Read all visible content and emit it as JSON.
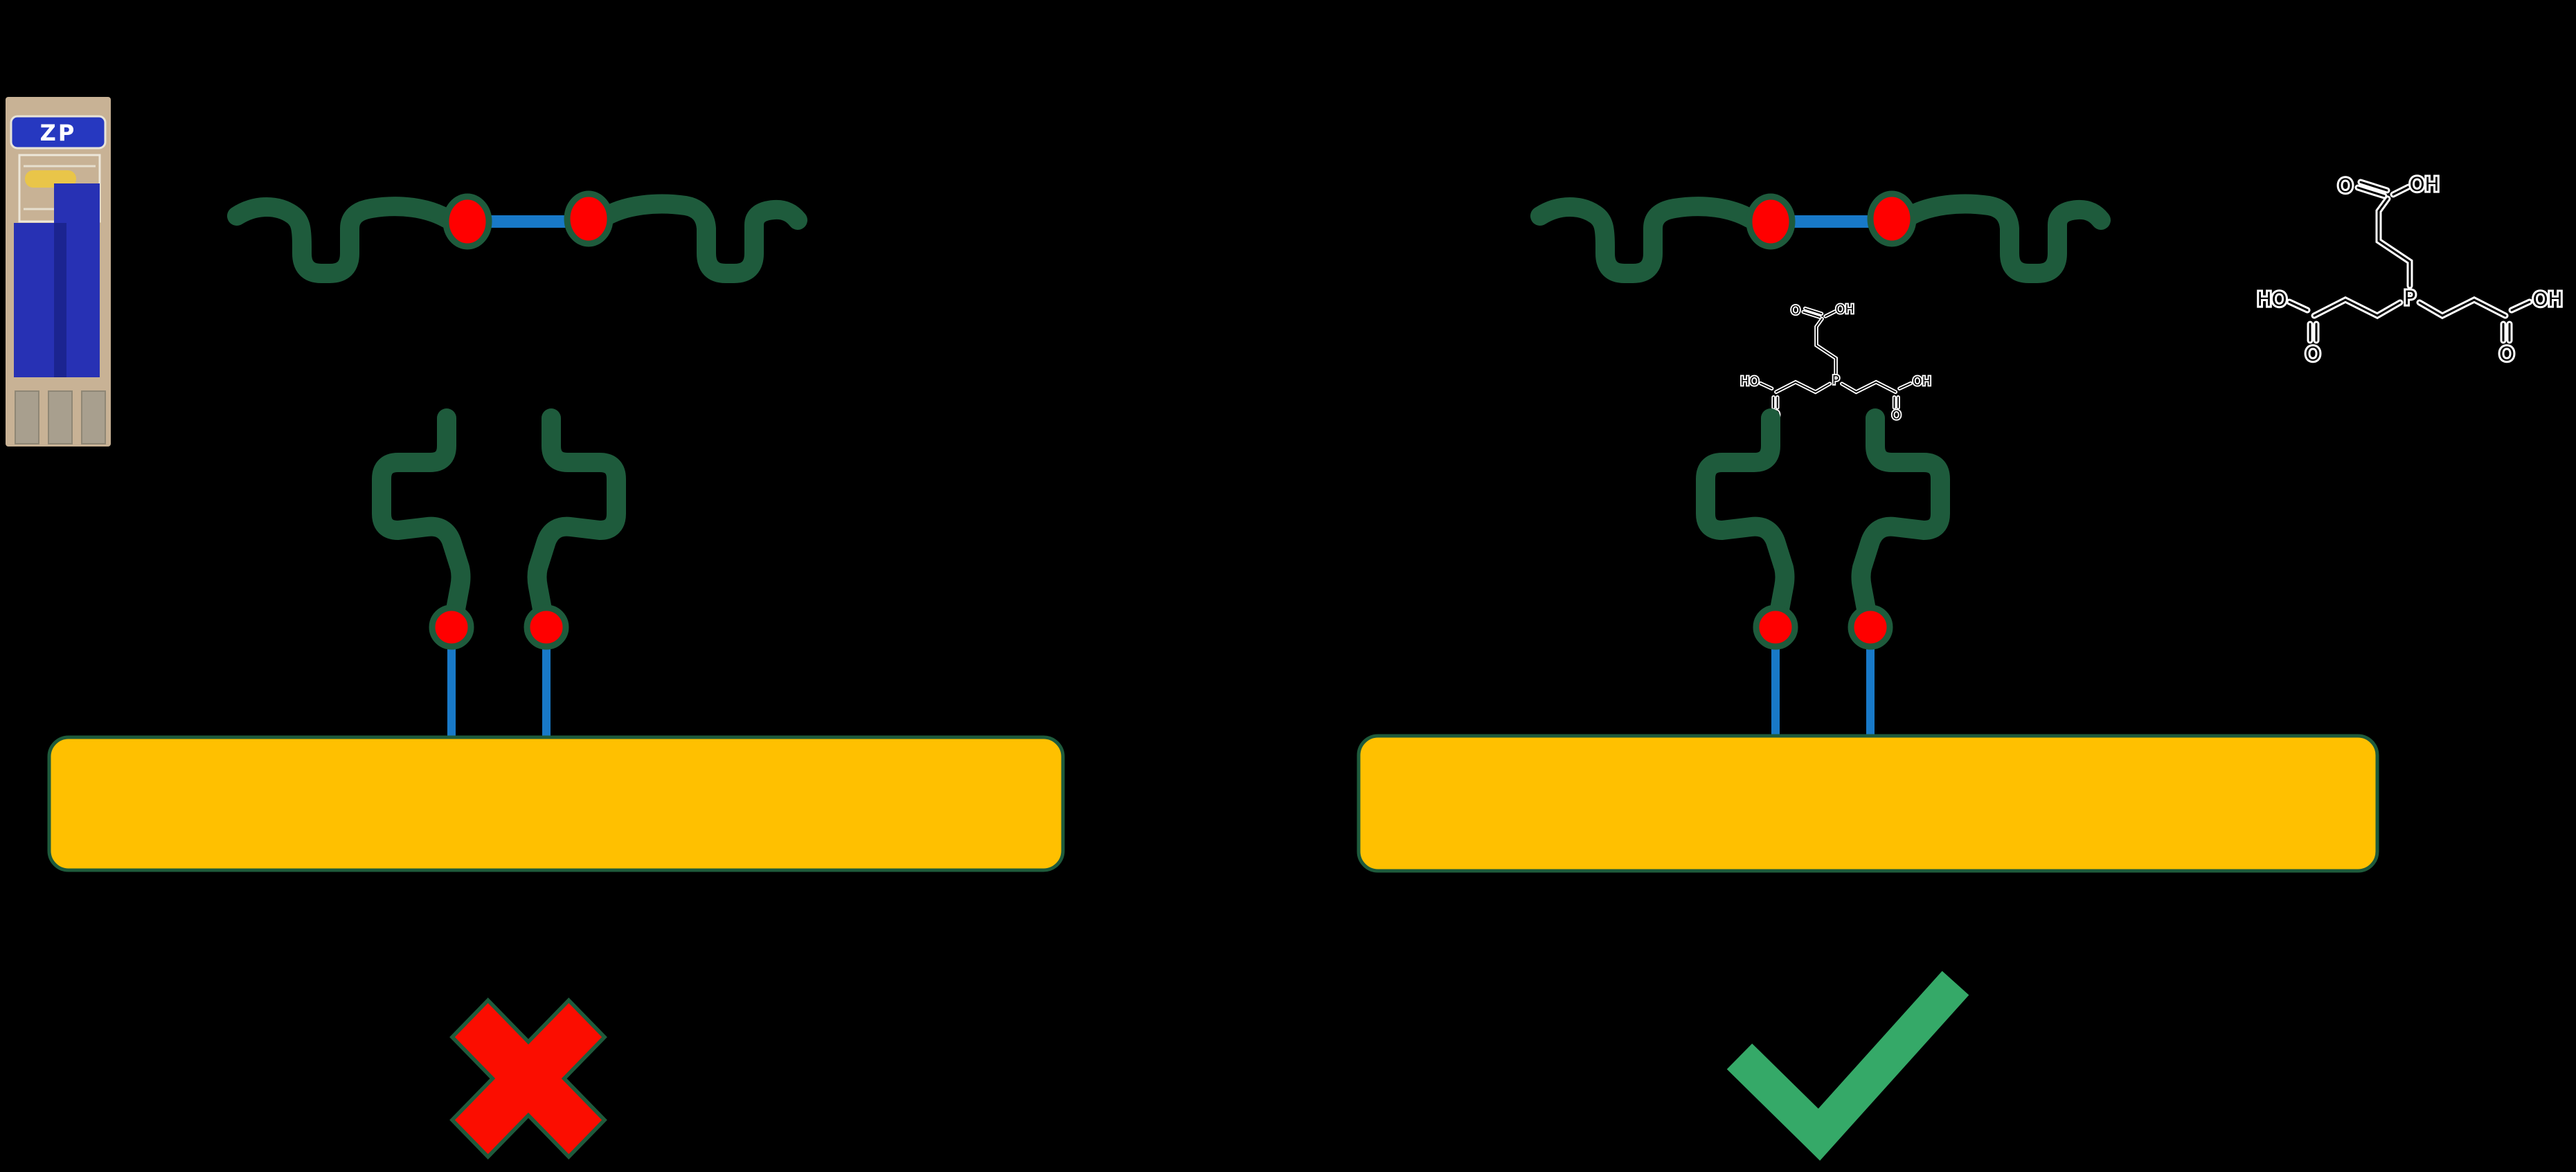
{
  "figure": {
    "description": "Disulfide-bonded protein vs TCEP-reduced protein immobilized on gold electrode",
    "background_color": "#000000",
    "colors": {
      "background": "#000000",
      "strand-green": "#1E5B3C",
      "dot-red": "#FF0000",
      "link-blue": "#1879C8",
      "electrode-gold": "#FFC000",
      "check-green": "#35A968",
      "cross-red": "#FB0D00",
      "structure-ink": "#000000",
      "structure-halo": "#FFFFFF",
      "photo-card": "#C8B295",
      "photo-band": "#2638C0",
      "photo-strip": "#2731B4",
      "photo-oval": "#E9C549",
      "photo-pad": "#A89F8E"
    },
    "photo": {
      "brand_label": "ZP"
    },
    "left_panel": {
      "verdict": "rejected",
      "verdict_icon": "cross"
    },
    "right_panel": {
      "verdict": "approved",
      "verdict_icon": "check"
    },
    "tcep": {
      "labels": {
        "top_o": "O",
        "top_oh": "OH",
        "left_ho": "HO",
        "p": "P",
        "right_oh": "OH",
        "bottom_left_o": "O",
        "bottom_right_o": "O"
      }
    }
  }
}
